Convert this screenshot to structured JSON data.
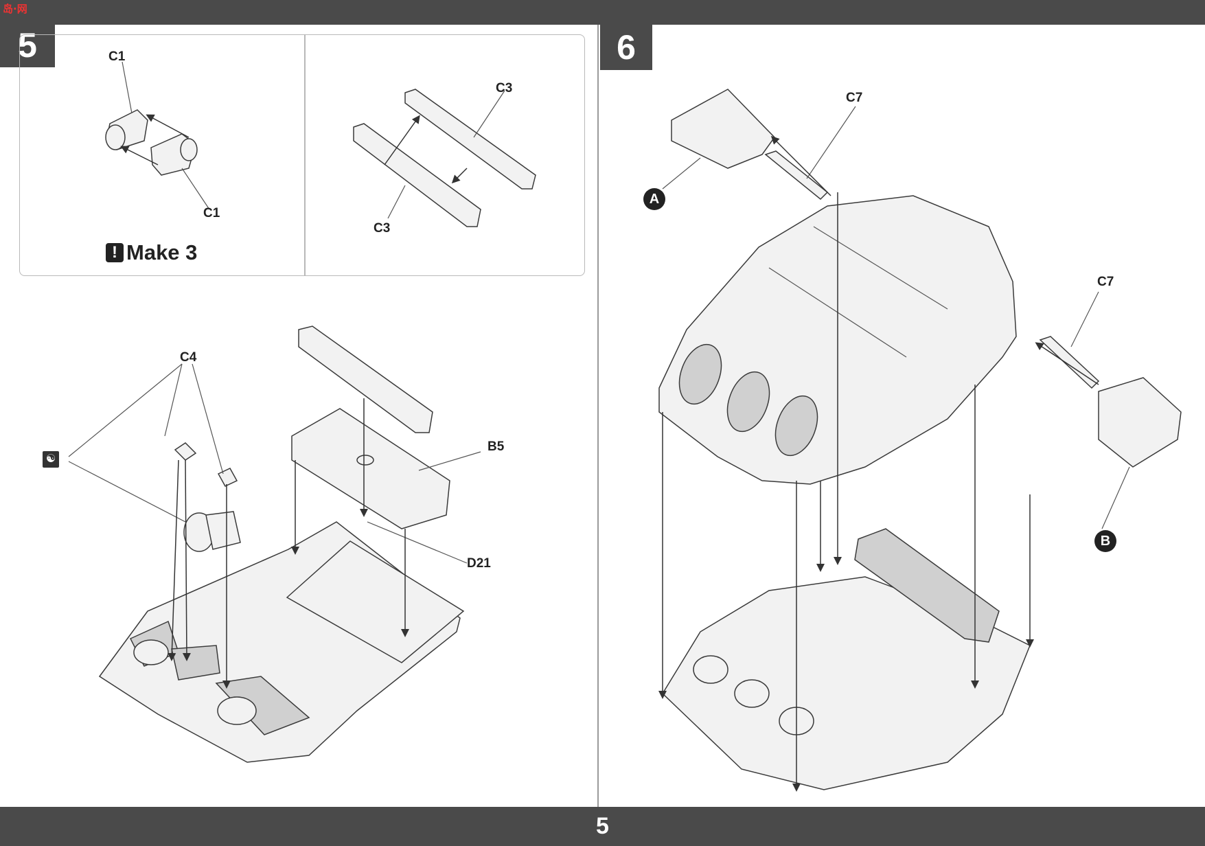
{
  "page": {
    "number": "5"
  },
  "watermark": {
    "text": "岛·网"
  },
  "step5": {
    "number": "5",
    "subassembly_left": {
      "label_top": "C1",
      "label_bottom": "C1"
    },
    "subassembly_right": {
      "label_top": "C3",
      "label_bottom": "C3"
    },
    "note": {
      "icon": "!",
      "text": "Make 3"
    },
    "main_labels": {
      "c4": "C4",
      "b5": "B5",
      "d21": "D21"
    },
    "tool_icon": "cement-icon"
  },
  "step6": {
    "number": "6",
    "labels": {
      "c7_top": "C7",
      "c7_right": "C7"
    },
    "callouts": {
      "a": "A",
      "b": "B"
    }
  }
}
